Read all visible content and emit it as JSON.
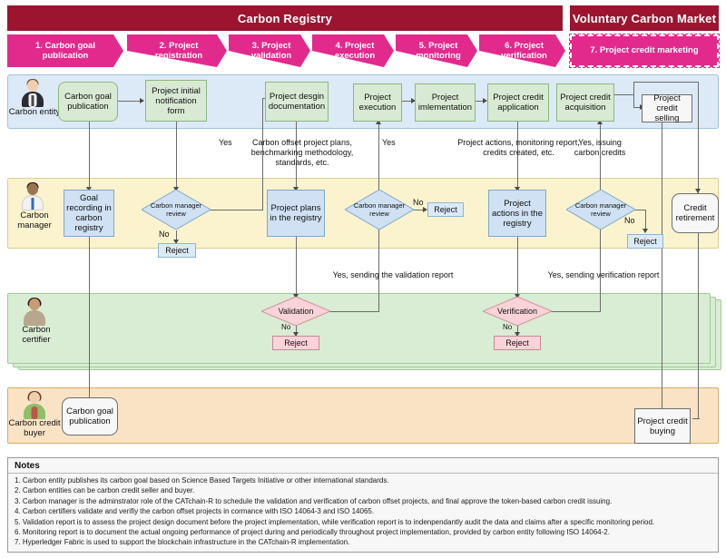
{
  "banners": {
    "registry": "Carbon Registry",
    "market": "Voluntary Carbon Market"
  },
  "phases": [
    {
      "label": "1. Carbon goal publication"
    },
    {
      "label": "2. Project registration"
    },
    {
      "label": "3. Project validation"
    },
    {
      "label": "4. Project execution"
    },
    {
      "label": "5. Project monitoring"
    },
    {
      "label": "6. Project verification"
    },
    {
      "label": "7. Project credit marketing"
    }
  ],
  "lanes": [
    {
      "key": "entity",
      "label": "Carbon entity",
      "color": "#dce9f7"
    },
    {
      "key": "manager",
      "label": "Carbon manager",
      "color": "#faf3cd"
    },
    {
      "key": "certifier",
      "label": "Carbon certifier",
      "color": "#d9ecd4"
    },
    {
      "key": "buyer",
      "label": "Carbon credit buyer",
      "color": "#fae2c4"
    }
  ],
  "nodes": {
    "carbon_goal_publication": "Carbon goal publication",
    "project_initial_notification_form": "Project initial notification form",
    "project_design_documentation": "Project desgin documentation",
    "project_execution": "Project execution",
    "project_implementation": "Project imlementation",
    "project_credit_application": "Project credit application",
    "project_credit_acquisition": "Project credit acquisition",
    "project_credit_selling": "Project credit selling",
    "goal_recording": "Goal recording in carbon registry",
    "project_plans_registry": "Project plans in the registry",
    "project_actions_registry": "Project actions in the registry",
    "credit_retirement": "Credit retirement",
    "manager_review_1": "Carbon manager review",
    "manager_review_2": "Carbon manager review",
    "manager_review_3": "Carbon manager review",
    "reject_1": "Reject",
    "reject_2": "Reject",
    "reject_3": "Reject",
    "validation": "Validation",
    "verification": "Verification",
    "reject_validation": "Reject",
    "reject_verification": "Reject",
    "buyer_carbon_goal_publication": "Carbon goal publication",
    "project_credit_buying": "Project credit buying"
  },
  "edge_labels": {
    "yes_1": "Yes",
    "yes_2": "Yes",
    "yes_3": "Yes",
    "no_1": "No",
    "no_2": "No",
    "no_3": "No",
    "no_validation": "No",
    "no_verification": "No",
    "project_plans_note": "Carbon offset project plans, benchmarking methodology, standards, etc.",
    "project_actions_note": "Project actions, monitoring report, credits created, etc.",
    "issuing_credits": "Yes, issuing carbon credits",
    "validation_report": "Yes, sending the validation report",
    "verification_report": "Yes, sending verification report"
  },
  "notes": {
    "title": "Notes",
    "items": [
      "1. Carbon entity publishes its carbon goal based on Science Based Targets Initiative or other international standards.",
      "2. Carbon entities can be carbon credit seller and buyer.",
      "3. Carbon manager is the adminstrator role of the CATchain-R to schedule the validation and verification of carbon offset projects, and final approve the token-based carbon credit issuing.",
      "4. Carbon certifiers validate and verifiy the carbon offset projects in cormance with ISO 14064-3 and ISO 14065.",
      "5. Validation report is to assess the project design document before the project implementation, while verification report is to indenpendantly audit the data and claims after a specific monitoring period.",
      "6. Monitoring report is to document the actual ongoing performance of project during and periodically throughout project implementation, provided by carbon entity following ISO 14064-2.",
      "7. Hyperledger Fabric is used to support the blockchain infrastructure in the CATchain-R implementation."
    ]
  },
  "colors": {
    "banner": "#9c1430",
    "phase": "#e22a8d",
    "lane_entity": "#dce9f7",
    "lane_manager": "#faf3cd",
    "lane_certifier": "#d9ecd4",
    "lane_buyer": "#fae2c4",
    "node_green": "#d8ead3",
    "node_blue": "#cfe1f2",
    "node_reject": "#f9d3d8"
  }
}
